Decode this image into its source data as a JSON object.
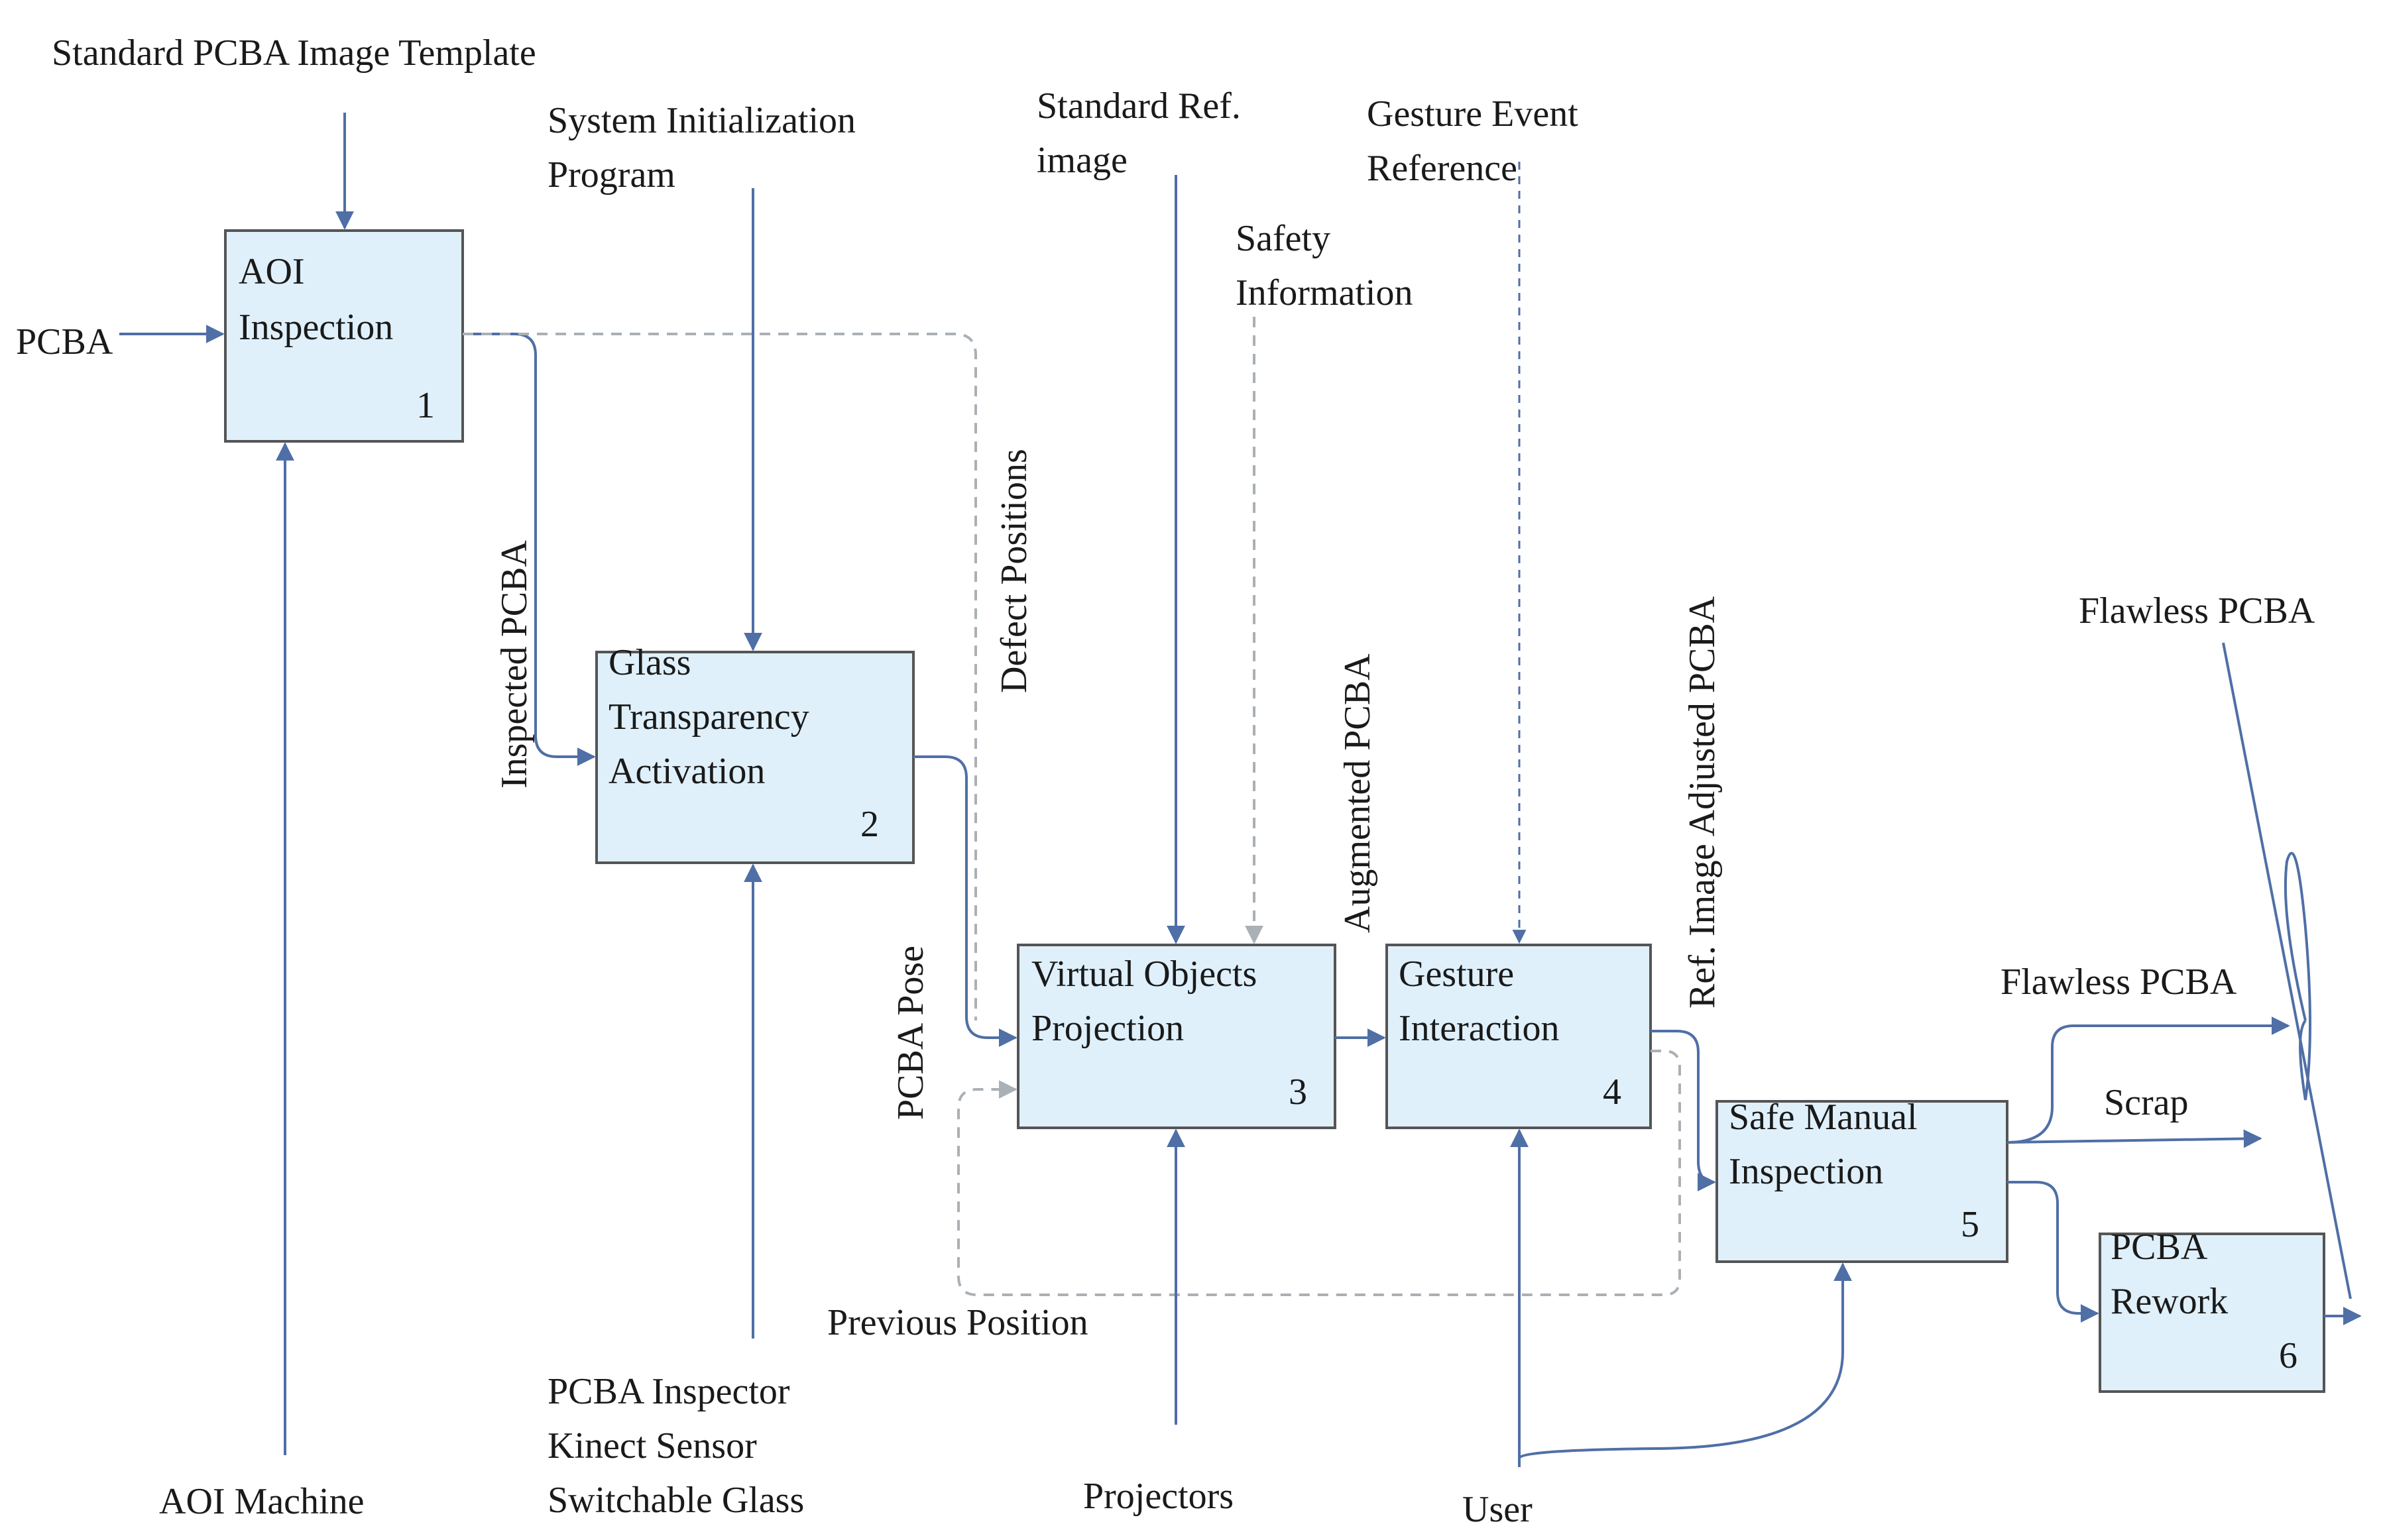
{
  "boxes": [
    {
      "line1": "AOI",
      "line2": "Inspection",
      "line3": "",
      "number": "1"
    },
    {
      "line1": "Glass",
      "line2": "Transparency",
      "line3": "Activation",
      "number": "2"
    },
    {
      "line1": "Virtual Objects",
      "line2": "Projection",
      "line3": "",
      "number": "3"
    },
    {
      "line1": "Gesture",
      "line2": "Interaction",
      "line3": "",
      "number": "4"
    },
    {
      "line1": "Safe Manual",
      "line2": "Inspection",
      "line3": "",
      "number": "5"
    },
    {
      "line1": "PCBA",
      "line2": "Rework",
      "line3": "",
      "number": "6"
    }
  ],
  "labels": {
    "standard_template": "Standard PCBA Image Template",
    "system_init_1": "System Initialization",
    "system_init_2": "Program",
    "standard_ref_1": "Standard Ref.",
    "standard_ref_2": "image",
    "gesture_event_1": "Gesture Event",
    "gesture_event_2": "Reference",
    "safety_info_1": "Safety",
    "safety_info_2": "Information",
    "pcba_input": "PCBA",
    "inspected_pcba": "Inspected PCBA",
    "defect_positions": "Defect Positions",
    "augmented_pcba": "Augmented PCBA",
    "ref_image_adjusted": "Ref. Image Adjusted PCBA",
    "pcba_pose": "PCBA Pose",
    "flawless_top": "Flawless PCBA",
    "flawless_mid": "Flawless PCBA",
    "scrap": "Scrap",
    "previous_position": "Previous Position",
    "aoi_machine": "AOI Machine",
    "mech_1": "PCBA Inspector",
    "mech_2": "Kinect Sensor",
    "mech_3": "Switchable Glass",
    "projectors": "Projectors",
    "user": "User"
  },
  "colors": {
    "box_fill": "#dff0fb",
    "box_stroke": "#555555",
    "flow": "#4f6fa6",
    "dashed_feedback": "#a9b0b6"
  }
}
